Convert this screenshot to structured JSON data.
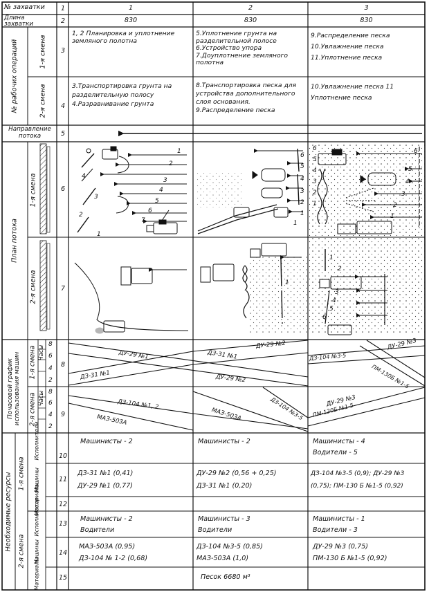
{
  "header": {
    "zakhvatka_label": "№ захватки",
    "length_label": "Длина захватки",
    "columns": [
      "1",
      "2",
      "3"
    ],
    "lengths": [
      "830",
      "830",
      "830"
    ]
  },
  "row_numbers": [
    "1",
    "2",
    "3",
    "4",
    "5",
    "6",
    "7",
    "8",
    "9",
    "10",
    "11",
    "12",
    "13",
    "14",
    "15"
  ],
  "side_labels": {
    "worker_ops": "№ рабочих операций",
    "shift1": "1-я смена",
    "shift2": "2-я смена",
    "flow_direction": "Направление потока",
    "flow_plan": "План потока",
    "schedule": "Почасовой график использования машин",
    "hours": "Часы",
    "hour_ticks": [
      "2",
      "4",
      "6",
      "8"
    ],
    "resources": "Необходимые ресурсы",
    "executors": "Исполнители",
    "machines": "Машины",
    "materials": "Материалы"
  },
  "operations": {
    "shift1": [
      "1, 2 Планировка и уплотнение земляного полотна",
      "5.Уплотнение грунта на разделительной полосе 6.Устройство упора 7.Доуплотнение земляного полотна",
      "9.Распределение песка 10.Увлажнение песка 11.Уплотнение песка"
    ],
    "shift2": [
      "3.Транспортировка грунта на разделительную полосу 4.Разравнивание грунта",
      "8.Транспортировка песка для устройства дополнительного слоя основания. 9.Распределение песка",
      "10.Увлажнение песка 11 Уплотнение песка"
    ]
  },
  "plan_numbers": {
    "c1_s1": [
      "1",
      "2",
      "3",
      "4",
      "5",
      "6",
      "7",
      "1",
      "2",
      "3",
      "4"
    ],
    "c2_s1": [
      "6",
      "5",
      "4",
      "3",
      "2",
      "1",
      "1"
    ],
    "c3_s1": [
      "6",
      "5",
      "4",
      "3",
      "2",
      "1",
      "6",
      "5",
      "4",
      "3",
      "2",
      "1"
    ],
    "c2_s2": [
      "1"
    ],
    "c3_s2": [
      "1",
      "2",
      "3",
      "4",
      "5",
      "6"
    ]
  },
  "schedule": {
    "shift1_labels": [
      "ДУ-29 №1",
      "ДЗ-31 №1",
      "ДЗ-31 №1",
      "ДУ-29 №2",
      "ДУ-29 №2",
      "ДЗ-104 №3-5",
      "ДУ-29 №3",
      "ПМ-130Б №1-5"
    ],
    "shift2_labels": [
      "ДЗ-104 №1, 2",
      "МАЗ-503А",
      "МАЗ-503А",
      "ДЗ-104 №3-5",
      "ДУ-29 №3",
      "ПМ-130Б №1-5"
    ]
  },
  "resources": {
    "s1_executors": [
      "Машинисты - 2",
      "Машинисты - 2",
      "Машинисты - 4"
    ],
    "s1_executors_extra": [
      "",
      "",
      "Водители - 5"
    ],
    "s1_machines": [
      [
        "ДЗ-31 №1 (0,41)",
        "ДУ-29 №1 (0,77)"
      ],
      [
        "ДУ-29 №2 (0,56 + 0,25)",
        "ДЗ-31 №1 (0,20)"
      ],
      [
        "ДЗ-104 №3-5 (0,9); ДУ-29 №3",
        "(0,75); ПМ-130 Б №1-5 (0,92)"
      ]
    ],
    "s2_executors": [
      [
        "Машинисты - 2",
        "Водители"
      ],
      [
        "Машинисты - 3",
        "Водители"
      ],
      [
        "Машинисты - 1",
        "Водители - 3"
      ]
    ],
    "s2_machines": [
      [
        "МАЗ-503А (0,95)",
        "ДЗ-104 № 1-2 (0,68)"
      ],
      [
        "ДЗ-104 №3-5 (0,85)",
        "МАЗ-503А (1,0)"
      ],
      [
        "ДУ-29 №3 (0,75)",
        "ПМ-130 Б №1-5 (0,92)"
      ]
    ],
    "materials": [
      "",
      "Песок 6680 м³",
      ""
    ]
  }
}
